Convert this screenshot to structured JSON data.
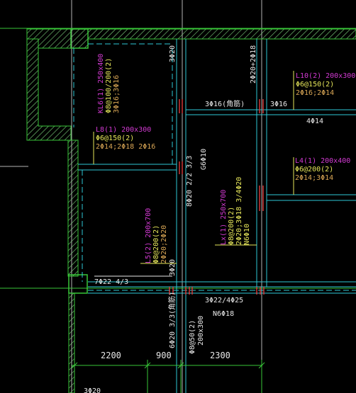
{
  "colors": {
    "background": "#000000",
    "wall": "#39c639",
    "wall_hatch": "#7fd67f",
    "beam": "#2ec9d6",
    "gridline": "#b5b5b5",
    "magenta_label": "#d23ad2",
    "yellow_label": "#e6e65a",
    "orange_label": "#d9a655",
    "white_text": "#e8e8e8",
    "rebar_red": "#e03a3a"
  },
  "labels": {
    "kl6_1": "KL6(1) 250x400",
    "kl6_2": "Φ8@100/200(2)",
    "kl6_3": "3Φ16;3Φ16",
    "l8_1": "L8(1) 200x300",
    "l8_2": "Φ6@150(2)",
    "l8_3": "2Φ14;2Φ18 2Φ16",
    "l10_1": "L10(2) 200x300",
    "l10_2": "Φ6@150(2)",
    "l10_3": "2Φ16;2Φ14",
    "l4_1": "L4(1) 200x400",
    "l4_2": "Φ6@200(2)",
    "l4_3": "2Φ14;3Φ14",
    "l5_1": "L5(2) 200x700",
    "l5_2": "Φ8@200(2)",
    "l5_3": "2Φ20;2Φ20",
    "lx_1": "Lx(1) 250x700",
    "lx_2": "Φ8@200(2)",
    "lx_3": "2Φ20;3Φ18 3/4Φ20",
    "lx_4": "N6Φ10",
    "v_top1": "3Φ20",
    "v_top2": "2Φ20+2Φ18",
    "h_mid1": "3Φ16(角筋)",
    "h_mid2": "3Φ16",
    "h_4phi14": "4Φ14",
    "v_mid": "8Φ20 2/2 3/3",
    "v_mid2": "G6Φ10",
    "v_bot": "3Φ20",
    "h_bot_left": "7Φ22 4/3",
    "h_bot_right": "3Φ22/4Φ25",
    "h_bot_n6": "N6Φ18",
    "v_low1": "6Φ20 3/3(角筋)",
    "v_low2": "Φ8@50(2)",
    "v_low3": "200x300",
    "dim_1": "2200",
    "dim_2": "900",
    "dim_3": "2300",
    "bottom_text": "3Φ20"
  }
}
